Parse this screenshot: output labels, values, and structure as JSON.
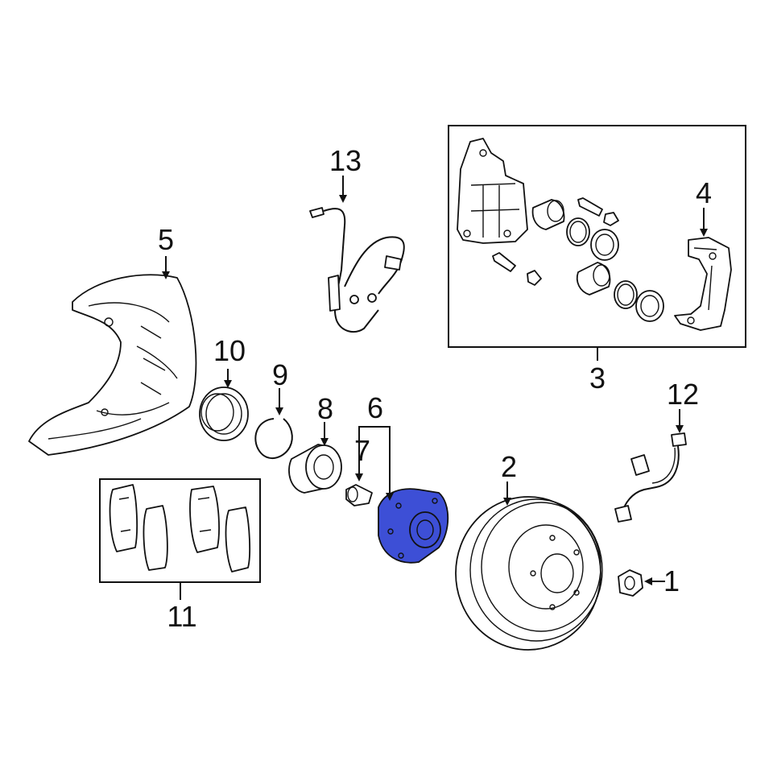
{
  "diagram": {
    "highlight_color": "#3d4fd6",
    "highlighted_part": "6",
    "callouts": [
      {
        "id": "1",
        "text": "1"
      },
      {
        "id": "2",
        "text": "2"
      },
      {
        "id": "3",
        "text": "3"
      },
      {
        "id": "4",
        "text": "4"
      },
      {
        "id": "5",
        "text": "5"
      },
      {
        "id": "6",
        "text": "6"
      },
      {
        "id": "7",
        "text": "7"
      },
      {
        "id": "8",
        "text": "8"
      },
      {
        "id": "9",
        "text": "9"
      },
      {
        "id": "10",
        "text": "10"
      },
      {
        "id": "11",
        "text": "11"
      },
      {
        "id": "12",
        "text": "12"
      },
      {
        "id": "13",
        "text": "13"
      }
    ]
  }
}
